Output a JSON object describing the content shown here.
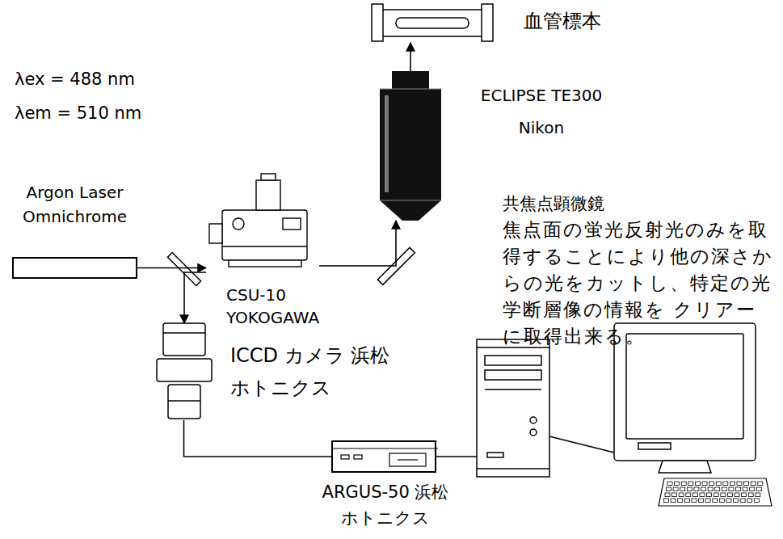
{
  "diagram": {
    "nodes": [
      {
        "text": [
          "血管標本"
        ]
      },
      {
        "text": [
          "ECLIPSE TE300 Nikon"
        ]
      },
      {
        "text": [
          "Argon Laser Omnichrome"
        ]
      },
      {
        "text": [
          "CSU-10 YOKOGAWA"
        ]
      },
      {
        "text": [
          "ICCD カメラ 浜松ホトニクス"
        ]
      },
      {
        "text": [
          "ARGUS-50 浜松ホトニクス"
        ]
      }
    ],
    "edges": [
      {
        "from": 2,
        "to": 3,
        "arrow": "to"
      },
      {
        "from": 3,
        "to": 1,
        "arrow": "to"
      },
      {
        "from": 1,
        "to": 0,
        "arrow": "to"
      },
      {
        "from": 3,
        "to": 4,
        "arrow": "to"
      },
      {
        "from": 4,
        "to": 5,
        "arrow": "none"
      }
    ],
    "labels": [
      "λex = 488 nm",
      "λem = 510 nm",
      "共焦点顕微鏡",
      "焦点面の蛍光反射光のみを取得することにより他の深さからの光をカットし、特定の光学断層像の情報を クリアーに取得出来る。"
    ]
  }
}
